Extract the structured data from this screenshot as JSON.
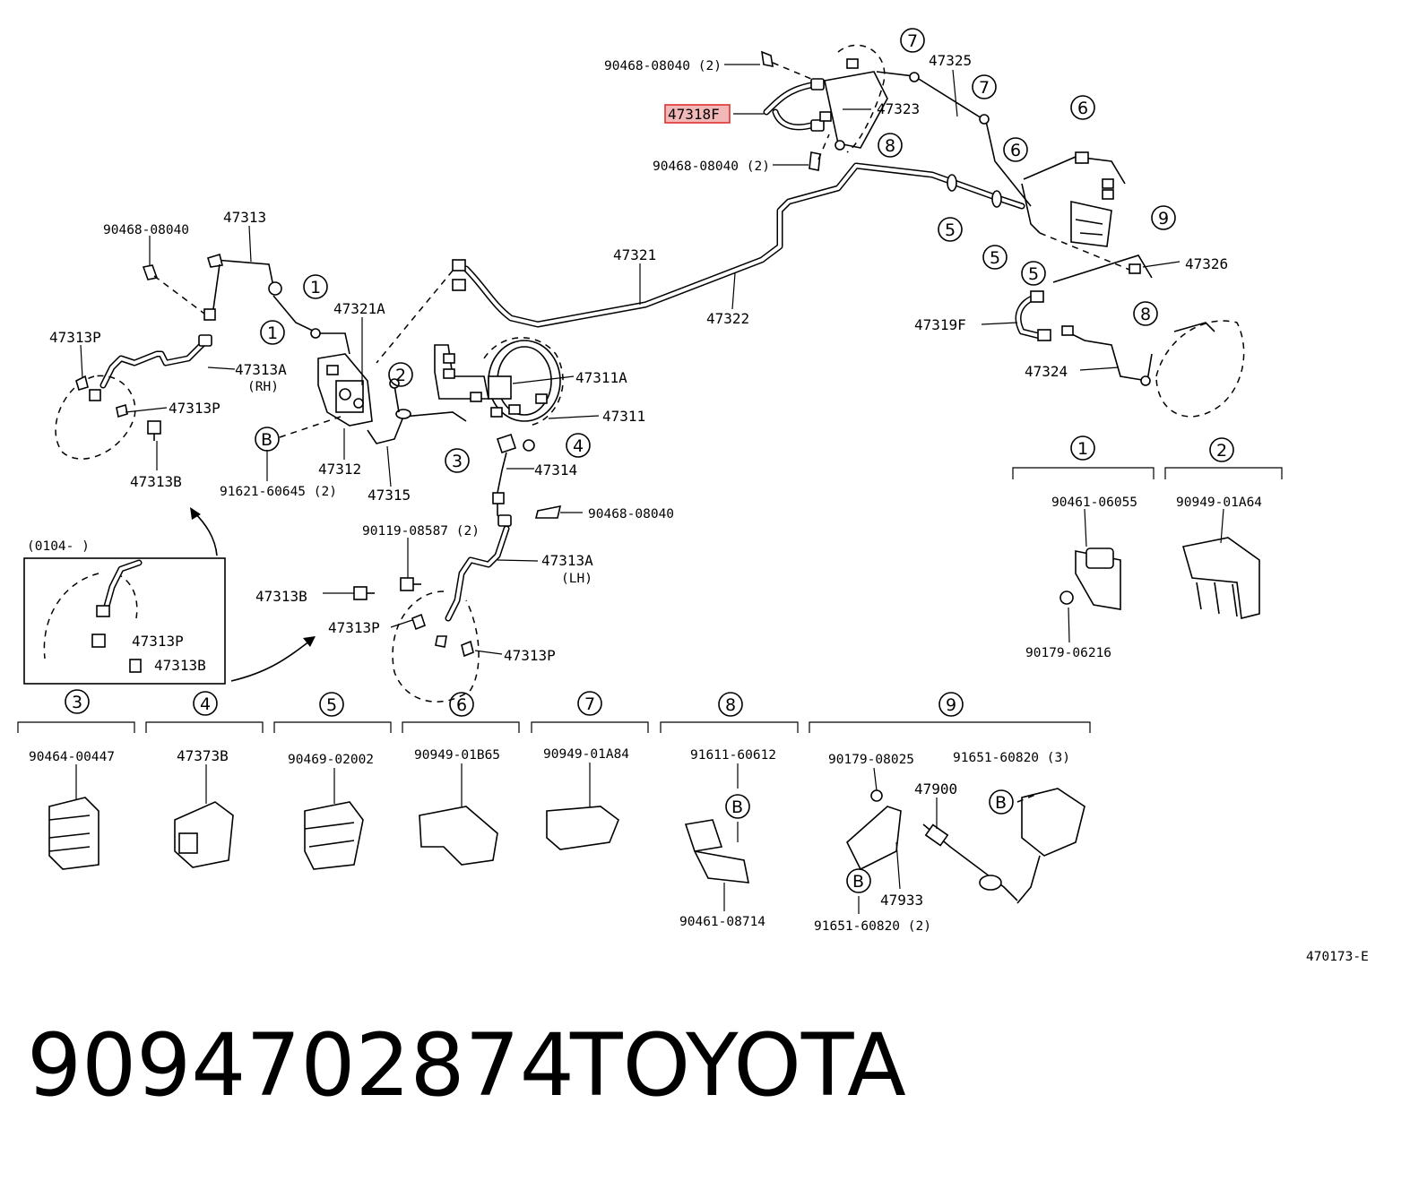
{
  "diagram_code": "470173-E",
  "footer": {
    "part_number": "9094702874",
    "brand": "TOYOTA"
  },
  "highlighted_label": "47318F",
  "accent_color": "#e03030",
  "inset_note": "(0104-      )",
  "labels": {
    "p90468_08040_2a": "90468-08040 (2)",
    "p90468_08040_2b": "90468-08040 (2)",
    "p47325": "47325",
    "p47323": "47323",
    "p47313": "47313",
    "p90468_08040_left": "90468-08040",
    "p47313P_1": "47313P",
    "p47313A_rh": "47313A",
    "rh": "(RH)",
    "p47313P_2": "47313P",
    "p47313B_1": "47313B",
    "p47321A": "47321A",
    "p47321": "47321",
    "p47322": "47322",
    "p47311A": "47311A",
    "p47311": "47311",
    "p47314": "47314",
    "p47312": "47312",
    "p47315": "47315",
    "p91621": "91621-60645 (2)",
    "p90468_08040_mid": "90468-08040",
    "p90119": "90119-08587 (2)",
    "p47313A_lh": "47313A",
    "lh": "(LH)",
    "p47313B_2": "47313B",
    "p47313P_3": "47313P",
    "p47313P_4": "47313P",
    "p47313P_inset": "47313P",
    "p47313B_inset": "47313B",
    "p47326": "47326",
    "p47319F": "47319F",
    "p47324": "47324",
    "p90461_06055": "90461-06055",
    "p90179_06216": "90179-06216",
    "p90949_01A64": "90949-01A64",
    "p90464_00447": "90464-00447",
    "p47373B": "47373B",
    "p90469_02002": "90469-02002",
    "p90949_01B65": "90949-01B65",
    "p90949_01A84": "90949-01A84",
    "p91611_60612": "91611-60612",
    "p90461_08714": "90461-08714",
    "p90179_08025": "90179-08025",
    "p91651_60820_3": "91651-60820 (3)",
    "p47900": "47900",
    "p47933": "47933",
    "p91651_60820_2": "91651-60820 (2)"
  },
  "callouts": {
    "c1": "1",
    "c2": "2",
    "c3": "3",
    "c4": "4",
    "c5": "5",
    "c6": "6",
    "c7": "7",
    "c8": "8",
    "c9": "9",
    "cB": "B"
  }
}
